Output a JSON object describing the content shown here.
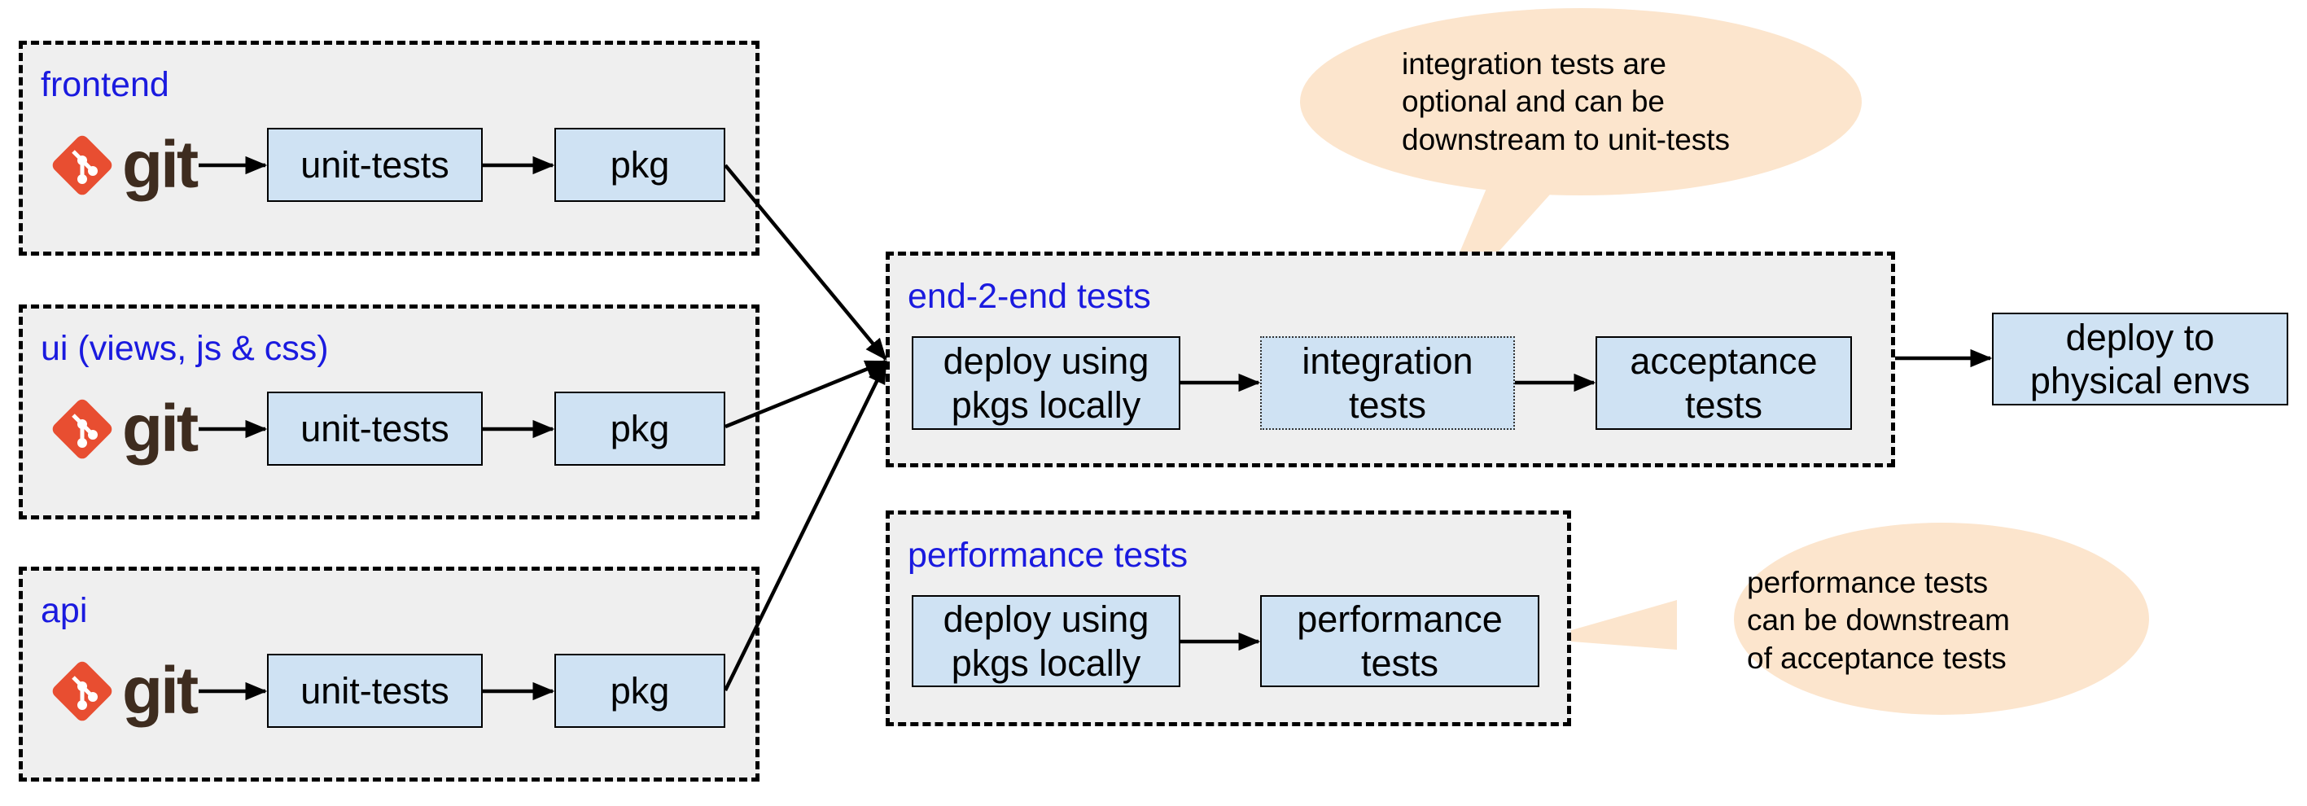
{
  "groups": {
    "frontend": {
      "label": "frontend",
      "unit": "unit-tests",
      "pkg": "pkg",
      "logo_text": "git"
    },
    "ui": {
      "label": "ui (views, js & css)",
      "unit": "unit-tests",
      "pkg": "pkg",
      "logo_text": "git"
    },
    "api": {
      "label": "api",
      "unit": "unit-tests",
      "pkg": "pkg",
      "logo_text": "git"
    }
  },
  "e2e": {
    "label": "end-2-end tests",
    "deploy": "deploy using\npkgs locally",
    "integration": "integration\ntests",
    "acceptance": "acceptance\ntests"
  },
  "perf": {
    "label": "performance tests",
    "deploy": "deploy using\npkgs locally",
    "tests": "performance\ntests"
  },
  "deploy_physical": "deploy to\nphysical envs",
  "notes": {
    "integration": "integration tests are\noptional and can be\ndownstream to unit-tests",
    "performance": "performance tests\ncan be downstream\nof acceptance tests"
  },
  "colors": {
    "group_bg": "#efefef",
    "box_fill": "#cfe2f3",
    "label_blue": "#1a1adf",
    "callout": "#fce5cd",
    "git_red": "#e84e31",
    "git_brown": "#3e2c1f"
  }
}
